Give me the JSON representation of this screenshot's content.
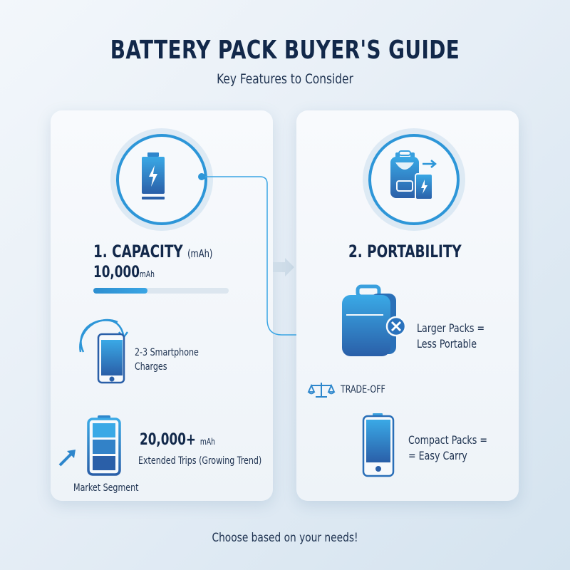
{
  "header": {
    "title": "BATTERY PACK BUYER'S GUIDE",
    "subtitle": "Key Features to Consider"
  },
  "capacity": {
    "heading": "1. CAPACITY",
    "unit_note": "(mAh)",
    "value": "10,000",
    "value_unit": "mAh",
    "bar_percent": 40,
    "charges_line1": "2-3 Smartphone",
    "charges_line2": "Charges",
    "extended_value": "20,000+",
    "extended_unit": "mAh",
    "extended_desc": "Extended Trips (Growing Trend)",
    "market_label": "Market Segment"
  },
  "portability": {
    "heading": "2. PORTABILITY",
    "larger_line1": "Larger Packs =",
    "larger_line2": "Less Portable",
    "tradeoff_label": "TRADE-OFF",
    "compact_line1": "Compact Packs =",
    "compact_line2": "= Easy Carry"
  },
  "footer": {
    "text": "Choose based on your needs!"
  },
  "colors": {
    "accent": "#2d96d8",
    "dark_blue": "#12284a",
    "icon_gradient_top": "#3aa9e6",
    "icon_gradient_bottom": "#2a5fa8"
  }
}
